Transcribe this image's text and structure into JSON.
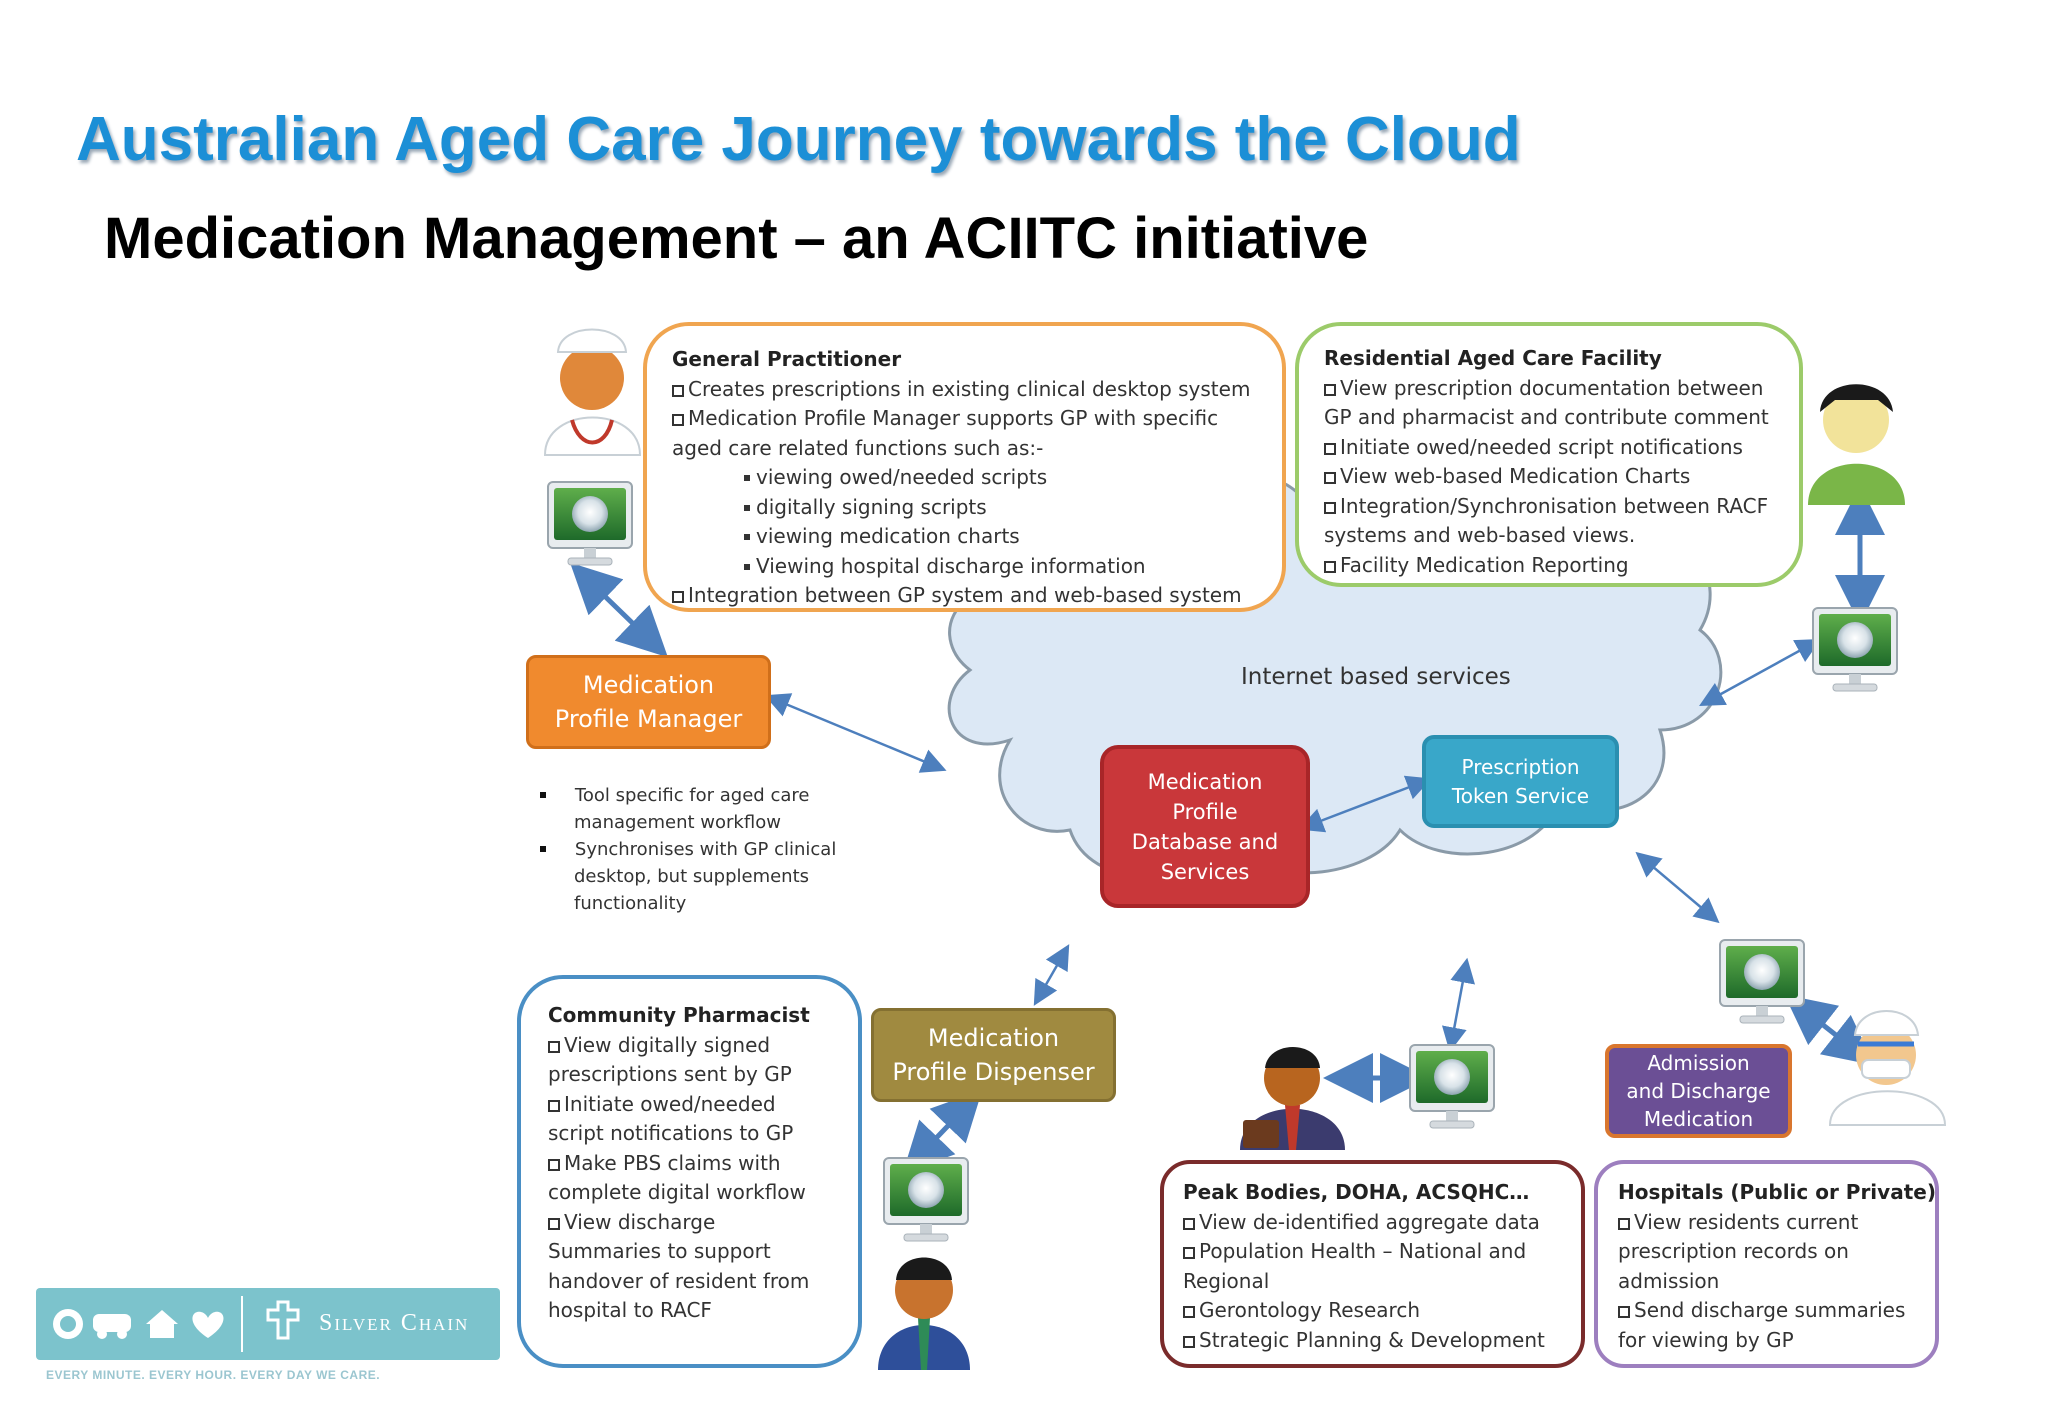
{
  "slide": {
    "title": "Australian Aged Care Journey towards the Cloud",
    "subtitle": "Medication Management – an ACIITC initiative"
  },
  "gp": {
    "heading": "General Practitioner",
    "lines": [
      "Creates prescriptions in existing clinical desktop system",
      "Medication Profile Manager supports GP with specific",
      "aged care related functions such as:-",
      "viewing owed/needed  scripts",
      "digitally signing scripts",
      "viewing medication charts",
      "Viewing hospital discharge information",
      "Integration between GP system and web-based system"
    ]
  },
  "racf": {
    "heading": "Residential Aged Care Facility",
    "lines": [
      "View prescription documentation  between",
      "GP and pharmacist and contribute comment",
      "Initiate owed/needed script notifications",
      "View web-based Medication Charts",
      "Integration/Synchronisation between RACF",
      "systems and web-based views.",
      "Facility Medication Reporting"
    ]
  },
  "mpm": {
    "label_line1": "Medication",
    "label_line2": "Profile Manager",
    "bullets": [
      "Tool specific for aged care",
      "management workflow",
      "Synchronises with GP clinical",
      "desktop, but supplements",
      "functionality"
    ]
  },
  "cloud": {
    "label": "Internet based services",
    "db_lines": [
      "Medication",
      "Profile",
      "Database and",
      "Services"
    ],
    "token_lines": [
      "Prescription",
      "Token Service"
    ]
  },
  "pharmacist": {
    "heading": "Community Pharmacist",
    "lines": [
      "View digitally signed",
      "prescriptions sent by GP",
      "Initiate owed/needed",
      "script notifications to GP",
      "Make PBS claims with",
      "complete digital workflow",
      "View discharge",
      "Summaries to support",
      "handover of resident from",
      "hospital to RACF"
    ]
  },
  "dispenser": {
    "line1": "Medication",
    "line2": "Profile Dispenser"
  },
  "peak": {
    "heading": "Peak Bodies, DOHA, ACSQHC…",
    "lines": [
      "View de-identified aggregate data",
      "Population Health – National and",
      "Regional",
      "Gerontology Research",
      "Strategic Planning & Development"
    ]
  },
  "hospitals": {
    "heading": "Hospitals (Public or Private)",
    "lines": [
      "View residents current",
      "prescription records on",
      "admission",
      "Send discharge summaries",
      "for viewing by GP"
    ]
  },
  "admission": {
    "lines": [
      "Admission",
      "and Discharge",
      "Medication"
    ]
  },
  "logo": {
    "brand": "Silver Chain",
    "tagline": "EVERY MINUTE. EVERY HOUR. EVERY DAY WE CARE."
  },
  "colors": {
    "title_blue": "#1c8fd6",
    "orange": "#f08a2e",
    "green_border": "#8cc060",
    "red": "#c9373a",
    "teal": "#39a7c9",
    "olive": "#a08a40",
    "purple": "#6b4f95",
    "maroon": "#7a2b2b",
    "cloud_fill": "#dce8f5",
    "arrow_blue": "#4d7fbd"
  },
  "icons": [
    "doctor-icon",
    "monitor-icon",
    "nurse-icon",
    "businessman-icon",
    "pharmacist-person-icon",
    "surgeon-icon"
  ]
}
